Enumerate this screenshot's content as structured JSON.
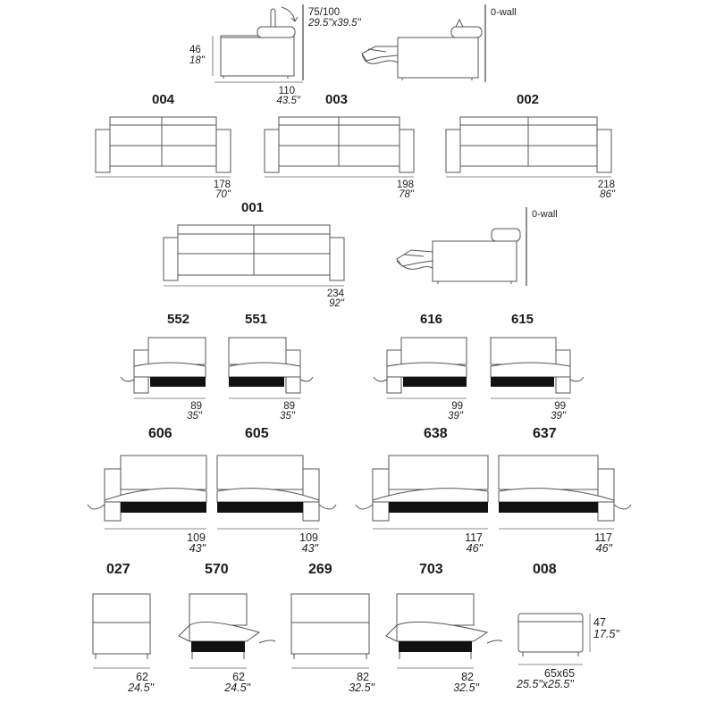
{
  "side_view": {
    "height_cm": "46",
    "height_in": "18\"",
    "recline_cm": "75/100",
    "recline_in": "29.5\"x39.5\"",
    "depth_cm": "110",
    "depth_in": "43.5\"",
    "wall_label": "0-wall"
  },
  "sofas": [
    {
      "code": "004",
      "width_cm": "178",
      "width_in": "70\""
    },
    {
      "code": "003",
      "width_cm": "198",
      "width_in": "78\""
    },
    {
      "code": "002",
      "width_cm": "218",
      "width_in": "86\""
    },
    {
      "code": "001",
      "width_cm": "234",
      "width_in": "92\""
    }
  ],
  "wall_label_2": "0-wall",
  "small_modules": [
    {
      "code": "552",
      "width_cm": "89",
      "width_in": "35\""
    },
    {
      "code": "551",
      "width_cm": "89",
      "width_in": "35\""
    },
    {
      "code": "616",
      "width_cm": "99",
      "width_in": "39\""
    },
    {
      "code": "615",
      "width_cm": "99",
      "width_in": "39\""
    }
  ],
  "large_modules": [
    {
      "code": "606",
      "width_cm": "109",
      "width_in": "43\""
    },
    {
      "code": "605",
      "width_cm": "109",
      "width_in": "43\""
    },
    {
      "code": "638",
      "width_cm": "117",
      "width_in": "46\""
    },
    {
      "code": "637",
      "width_cm": "117",
      "width_in": "46\""
    }
  ],
  "armless_modules": [
    {
      "code": "027",
      "width_cm": "62",
      "width_in": "24.5\""
    },
    {
      "code": "570",
      "width_cm": "62",
      "width_in": "24.5\""
    },
    {
      "code": "269",
      "width_cm": "82",
      "width_in": "32.5\""
    },
    {
      "code": "703",
      "width_cm": "82",
      "width_in": "32.5\""
    }
  ],
  "ottoman": {
    "code": "008",
    "height_cm": "47",
    "height_in": "17.5\"",
    "size_cm": "65x65",
    "size_in": "25.5\"x25.5\""
  }
}
